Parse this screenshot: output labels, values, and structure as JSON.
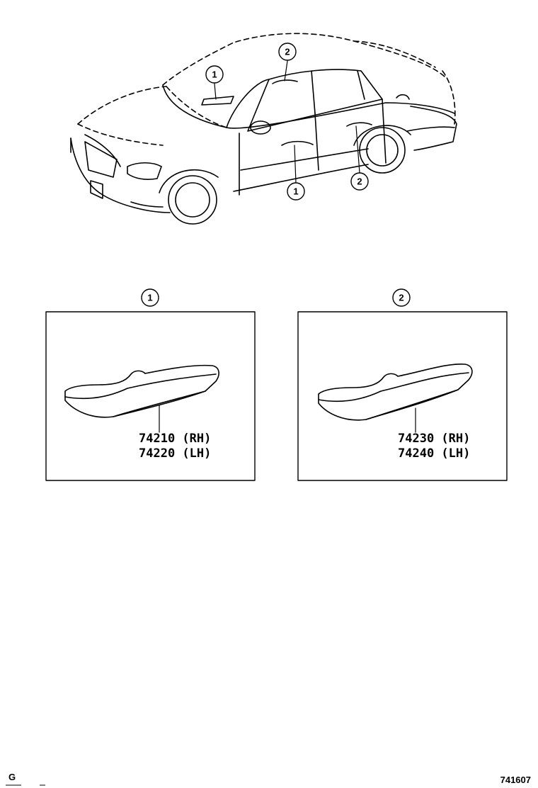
{
  "car_callouts": [
    {
      "num": "1"
    },
    {
      "num": "2"
    },
    {
      "num": "1"
    },
    {
      "num": "2"
    }
  ],
  "panels": [
    {
      "num": "1",
      "parts": [
        "74210 (RH)",
        "74220 (LH)"
      ]
    },
    {
      "num": "2",
      "parts": [
        "74230 (RH)",
        "74240 (LH)"
      ]
    }
  ],
  "footer": {
    "left_code": "G",
    "figure_id": "741607"
  }
}
